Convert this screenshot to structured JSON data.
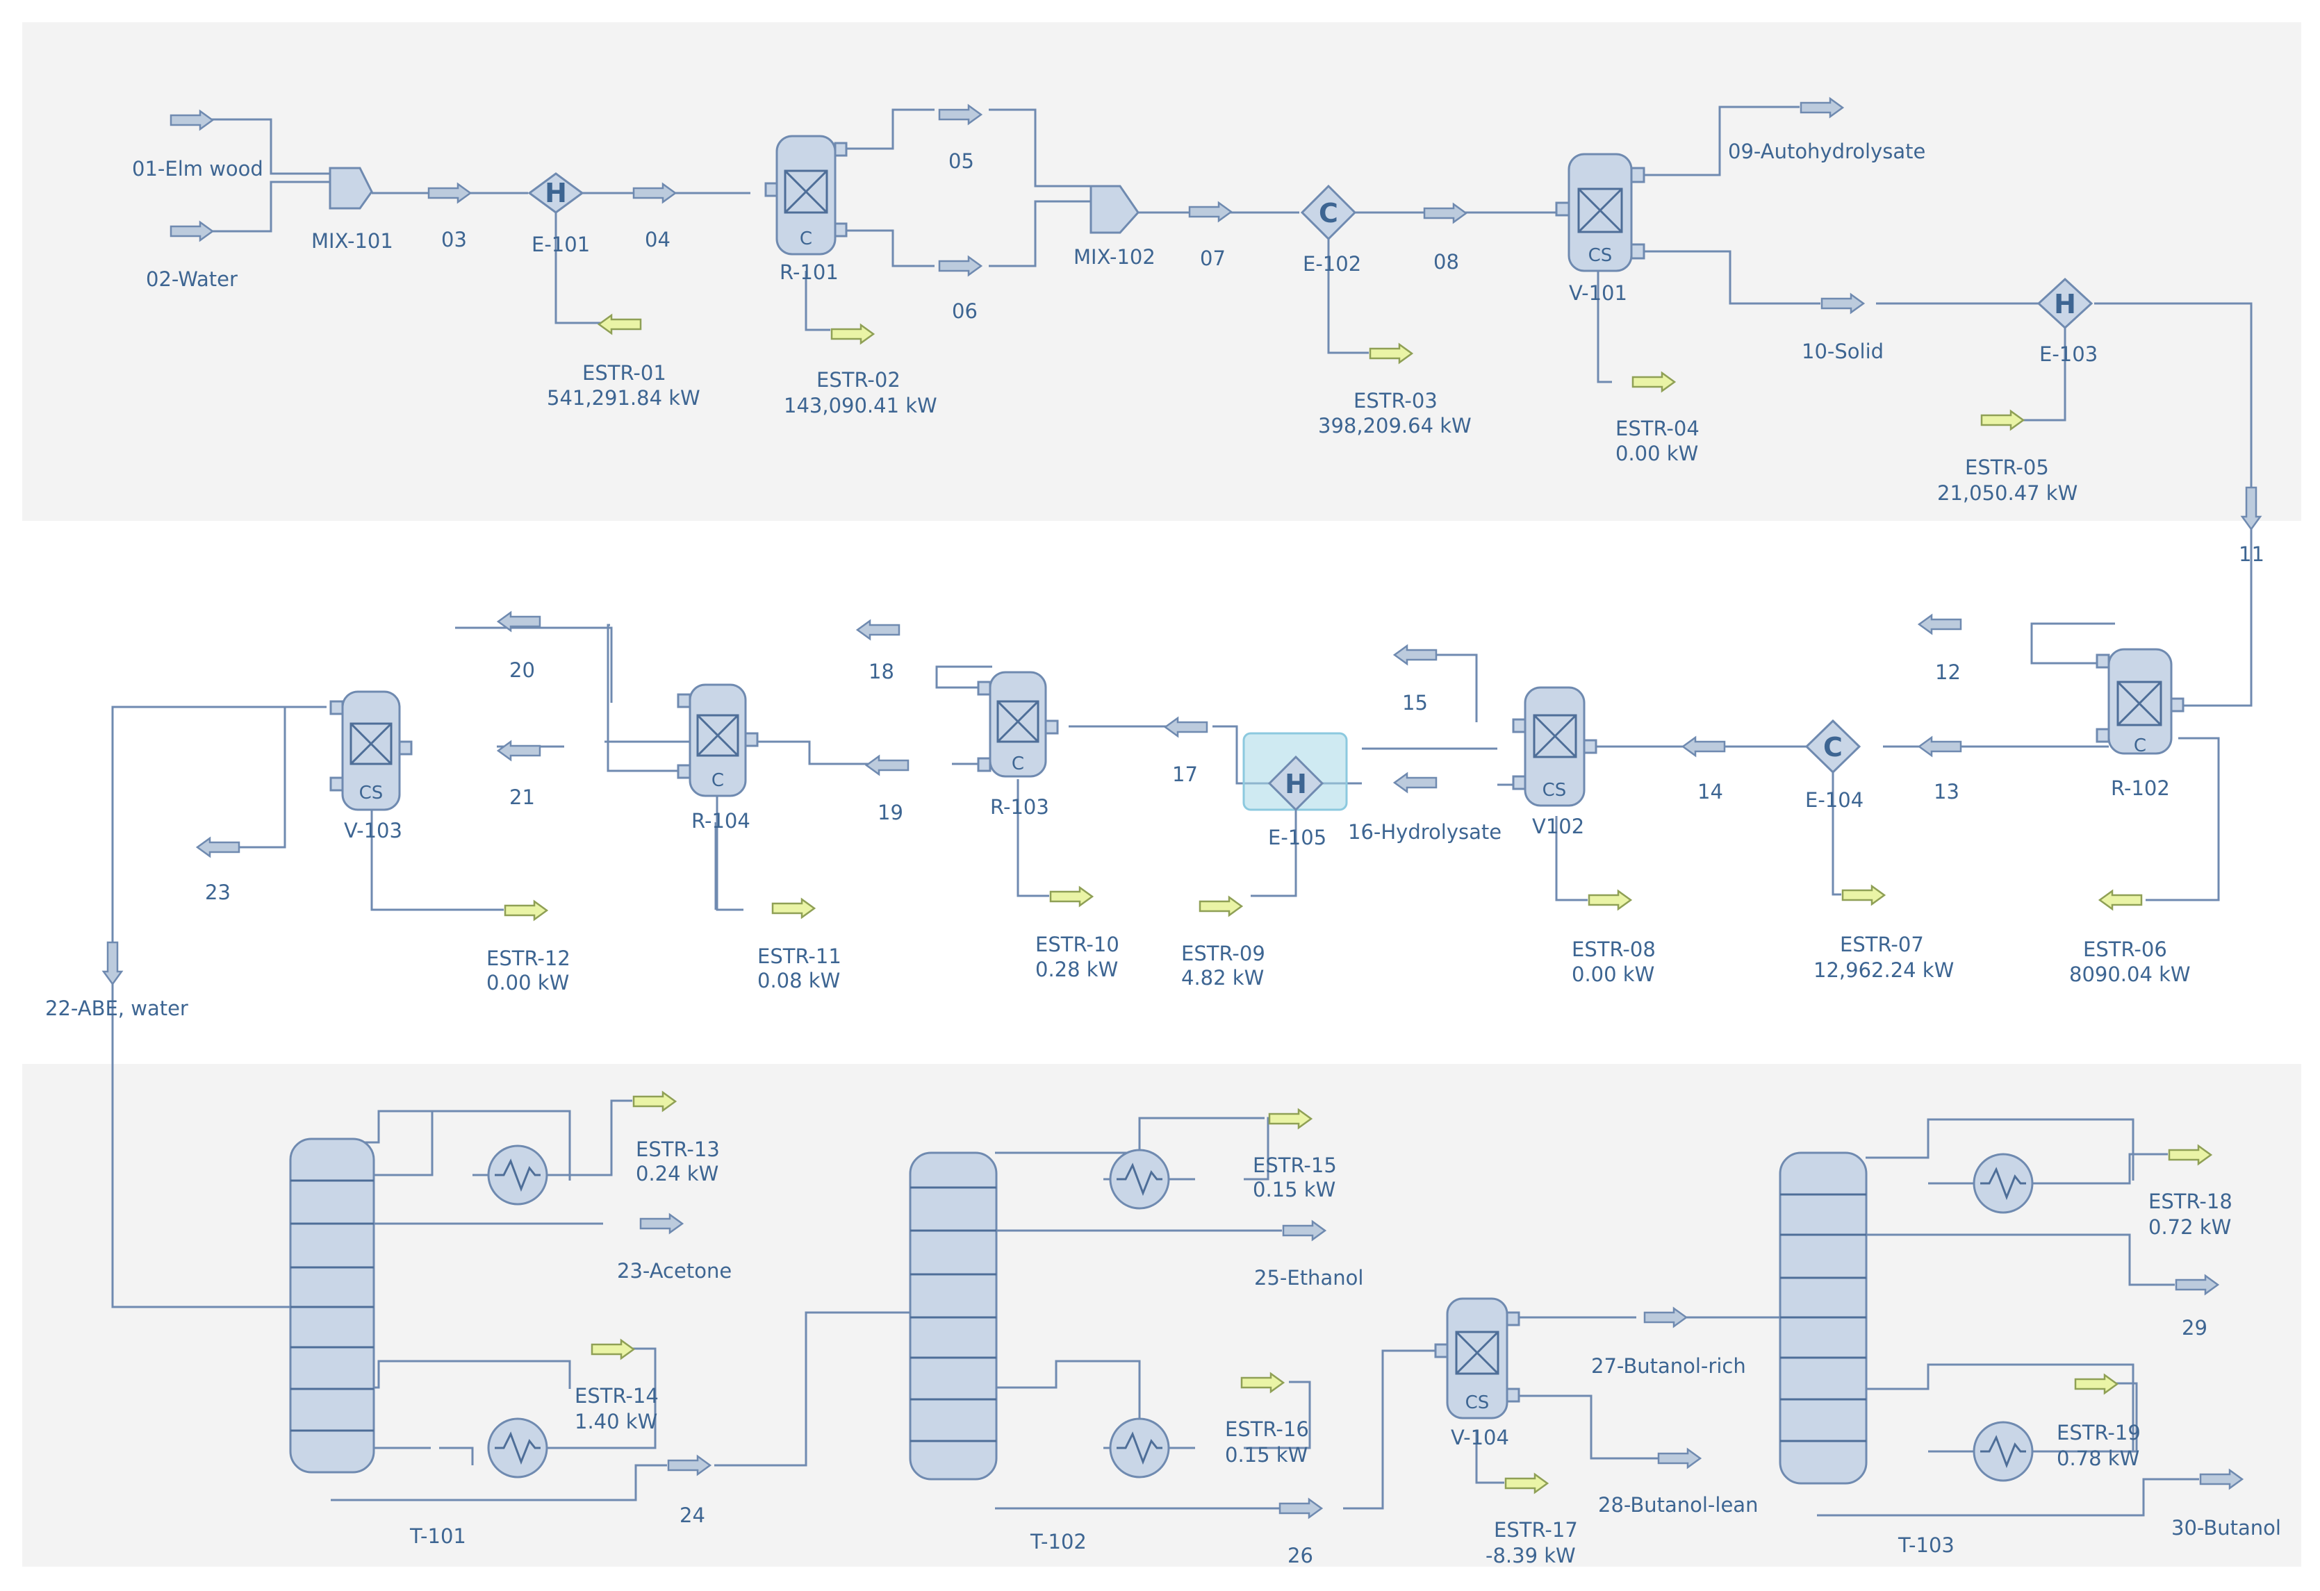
{
  "units": {
    "mix_101": "MIX-101",
    "mix_102": "MIX-102",
    "e_101": "E-101",
    "e_102": "E-102",
    "e_103": "E-103",
    "e_104": "E-104",
    "e_105": "E-105",
    "r_101": "R-101",
    "r_102": "R-102",
    "r_103": "R-103",
    "r_104": "R-104",
    "v_101": "V-101",
    "v102": "V102",
    "v_103": "V-103",
    "v_104": "V-104",
    "t_101": "T-101",
    "t_102": "T-102",
    "t_103": "T-103"
  },
  "unit_letters": {
    "heater": "H",
    "cooler": "C",
    "reactor": "C",
    "separator": "CS"
  },
  "streams": {
    "s01": "01-Elm wood",
    "s02": "02-Water",
    "s03": "03",
    "s04": "04",
    "s05": "05",
    "s06": "06",
    "s07": "07",
    "s08": "08",
    "s09": "09-Autohydrolysate",
    "s10": "10-Solid",
    "s11": "11",
    "s12": "12",
    "s13": "13",
    "s14": "14",
    "s15": "15",
    "s16": "16-Hydrolysate",
    "s17": "17",
    "s18": "18",
    "s19": "19",
    "s20": "20",
    "s21": "21",
    "s22": "22-ABE, water",
    "s23": "23",
    "s23a": "23-Acetone",
    "s24": "24",
    "s25": "25-Ethanol",
    "s26": "26",
    "s27": "27-Butanol-rich",
    "s28": "28-Butanol-lean",
    "s29": "29",
    "s30": "30-Butanol"
  },
  "energy": {
    "estr01": {
      "name": "ESTR-01",
      "value": "541,291.84 kW"
    },
    "estr02": {
      "name": "ESTR-02",
      "value": "143,090.41 kW"
    },
    "estr03": {
      "name": "ESTR-03",
      "value": "398,209.64 kW"
    },
    "estr04": {
      "name": "ESTR-04",
      "value": "0.00 kW"
    },
    "estr05": {
      "name": "ESTR-05",
      "value": "21,050.47 kW"
    },
    "estr06": {
      "name": "ESTR-06",
      "value": "8090.04 kW"
    },
    "estr07": {
      "name": "ESTR-07",
      "value": "12,962.24 kW"
    },
    "estr08": {
      "name": "ESTR-08",
      "value": "0.00 kW"
    },
    "estr09": {
      "name": "ESTR-09",
      "value": "4.82 kW"
    },
    "estr10": {
      "name": "ESTR-10",
      "value": "0.28 kW"
    },
    "estr11": {
      "name": "ESTR-11",
      "value": "0.08 kW"
    },
    "estr12": {
      "name": "ESTR-12",
      "value": "0.00 kW"
    },
    "estr13": {
      "name": "ESTR-13",
      "value": "0.24 kW"
    },
    "estr14": {
      "name": "ESTR-14",
      "value": "1.40 kW"
    },
    "estr15": {
      "name": "ESTR-15",
      "value": "0.15 kW"
    },
    "estr16": {
      "name": "ESTR-16",
      "value": "0.15 kW"
    },
    "estr17": {
      "name": "ESTR-17",
      "value": "-8.39 kW"
    },
    "estr18": {
      "name": "ESTR-18",
      "value": "0.72 kW"
    },
    "estr19": {
      "name": "ESTR-19",
      "value": "0.78 kW"
    }
  }
}
